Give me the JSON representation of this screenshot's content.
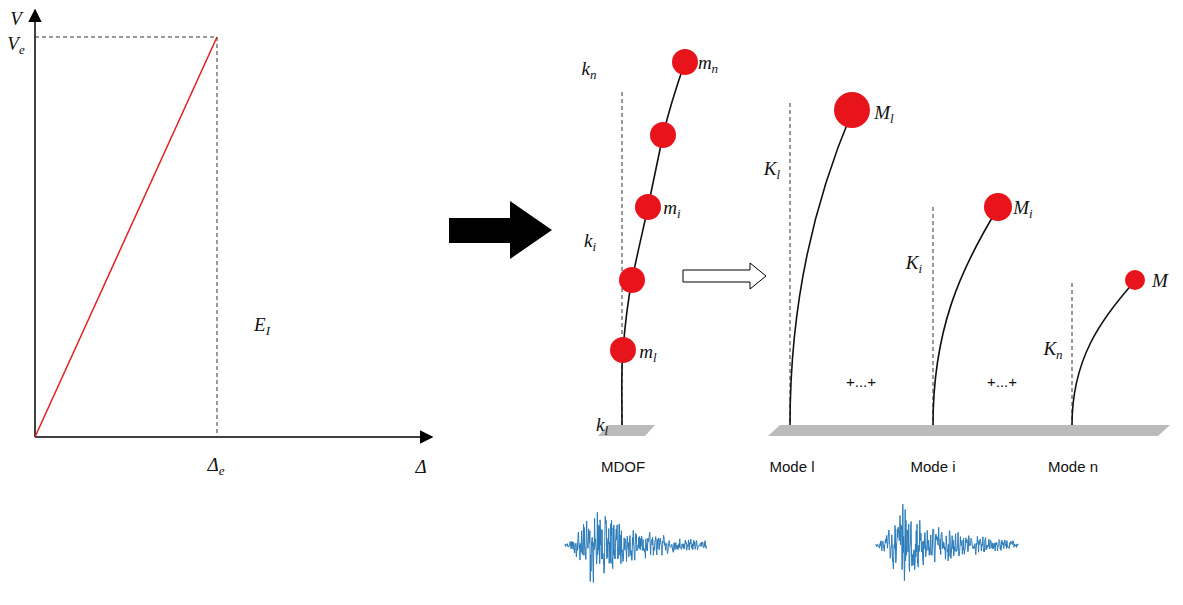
{
  "diagram": {
    "labels": [
      "V",
      "Ve",
      "Δe",
      "Δ",
      "EI",
      "mn",
      "mi",
      "ml",
      "kn",
      "ki",
      "kl",
      "MDOF",
      "Ml",
      "Kl",
      "Mi",
      "Ki",
      "M",
      "Kn",
      "+...+",
      "+...+",
      "Mode l",
      "Mode i",
      "Mode n"
    ]
  }
}
